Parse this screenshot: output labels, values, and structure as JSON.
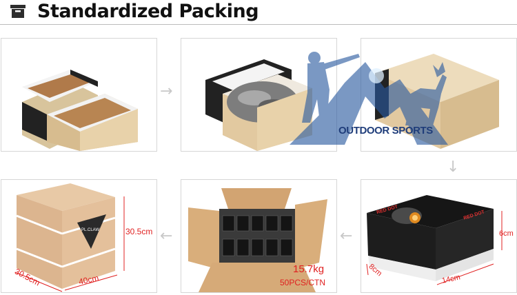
{
  "header": {
    "title": "Standardized Packing",
    "icon": "package-icon"
  },
  "watermark": {
    "text": "OUTDOOR SPORTS"
  },
  "boxes": {
    "box_brand": "RED DOT",
    "carton_brand": "PL.CLAW",
    "carton_dims": {
      "height": "30.5cm",
      "width": "40cm",
      "depth": "30.5cm"
    },
    "carton_info": {
      "weight": "15.7kg",
      "count": "50PCS/CTN"
    },
    "product_dims": {
      "length": "14cm",
      "width": "8cm",
      "height": "6cm"
    }
  },
  "colors": {
    "annotation": "#e02020",
    "cardboard": "#e2c9a0",
    "watermark": "#2a5aa0"
  }
}
